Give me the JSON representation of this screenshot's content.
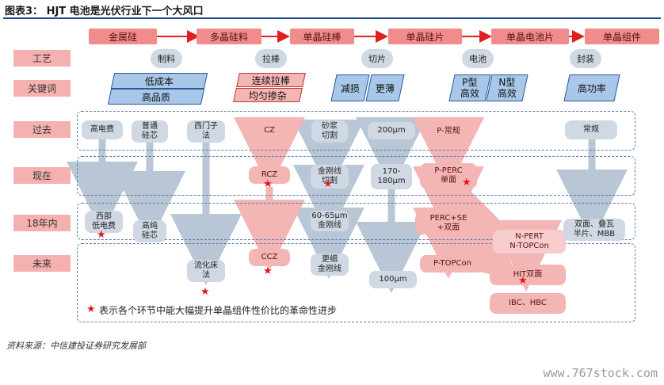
{
  "title": "图表3：  HJT 电池是光伏行业下一个大风口",
  "chain": [
    "金属硅",
    "多晶硅料",
    "单晶硅棒",
    "单晶硅片",
    "单晶电池片",
    "单晶组件"
  ],
  "rows": [
    "工艺",
    "关键词",
    "过去",
    "现在",
    "18年内",
    "未来"
  ],
  "process": [
    "制料",
    "拉棒",
    "切片",
    "电池",
    "封装"
  ],
  "keywords": {
    "k1a": "低成本",
    "k1b": "高品质",
    "k2a": "连续拉棒",
    "k2b": "均匀掺杂",
    "k3a": "减损",
    "k3b": "更薄",
    "k4a": "P型\n高效",
    "k4b": "N型\n高效",
    "k5": "高功率"
  },
  "nodes": {
    "past1": "高电费",
    "past2": "普通\n硅芯",
    "past3": "西门子\n法",
    "past4": "CZ",
    "past5": "砂浆\n切割",
    "past6": "200μm",
    "past7": "P-常规",
    "past8": "常规",
    "now4": "RCZ",
    "now5": "金刚线\n切割",
    "now6": "170-\n180μm",
    "now7": "P-PERC\n单面",
    "n18_1": "西部\n低电费",
    "n18_2": "高纯\n硅芯",
    "n18_5": "60-65μm\n金刚线",
    "n18_7": "PERC+SE\n+双面",
    "n18_7b": "N-PERT\nN-TOPCon",
    "n18_8": "双面、叠瓦\n半片、MBB",
    "fut3": "流化床\n法",
    "fut4": "CCZ",
    "fut5": "更细\n金刚线",
    "fut6": "100μm",
    "fut7": "P-TOPCon",
    "fut7b": "HIT双面",
    "fut7c": "IBC、HBC"
  },
  "legend": "表示各个环节中能大幅提升单晶组件性价比的革命性进步",
  "legend_star": "★",
  "footer": "资料来源：中信建投证券研究发展部",
  "watermark": "www.767stock.com",
  "colors": {
    "accent_red": "#f08c8c",
    "star": "#e01818",
    "keyword_blue": "#a9c7e8",
    "neutral": "#cfd8e3",
    "dash": "#5a7bb0"
  }
}
